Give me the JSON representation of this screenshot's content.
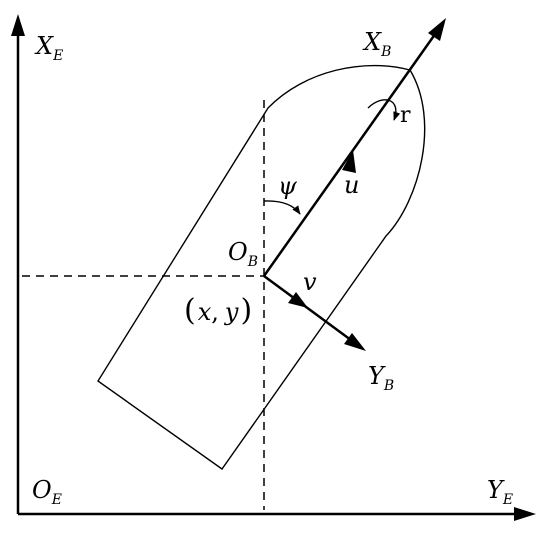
{
  "earth_frame": {
    "x_axis": {
      "main": "X",
      "sub": "E"
    },
    "y_axis": {
      "main": "Y",
      "sub": "E"
    },
    "origin": {
      "main": "O",
      "sub": "E"
    }
  },
  "body_frame": {
    "x_axis": {
      "main": "X",
      "sub": "B"
    },
    "y_axis": {
      "main": "Y",
      "sub": "B"
    },
    "origin": {
      "main": "O",
      "sub": "B"
    }
  },
  "position_label": {
    "open": "(",
    "x": "x",
    "comma": ",",
    "y": "y",
    "close": ")"
  },
  "surge_label": "u",
  "sway_label": "v",
  "heading_label": "ψ",
  "yaw_rate_label": "r"
}
